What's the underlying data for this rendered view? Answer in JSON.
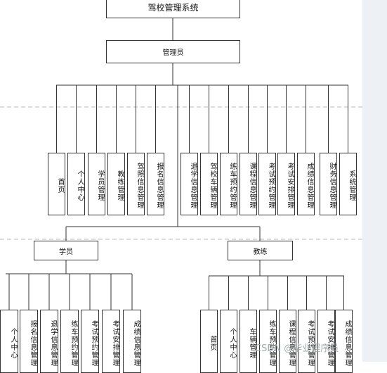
{
  "root": "驾校管理系统",
  "admin": {
    "label": "管理员",
    "modules": [
      "首页",
      "个人中心",
      "学员管理",
      "教练管理",
      "驾照信息管理",
      "报名信息管理",
      "退学信息管理",
      "驾校车辆管理",
      "练车预约管理",
      "课程信息管理",
      "考试预约管理",
      "考试安排管理",
      "成绩信息管理",
      "财务信息管理",
      "系统管理"
    ]
  },
  "student": {
    "label": "学员",
    "modules": [
      "个人中心",
      "报名信息管理",
      "退学信息管理",
      "练车预约管理",
      "考试预约管理",
      "考试安排管理",
      "成绩信息管理"
    ]
  },
  "coach": {
    "label": "教练",
    "modules": [
      "首页",
      "个人中心",
      "车辆管理",
      "练车预约管理",
      "课程信息管理",
      "考试预约管理",
      "考试安排管理",
      "成绩信息管理"
    ]
  },
  "watermark": "CSDN @毕业程序员"
}
